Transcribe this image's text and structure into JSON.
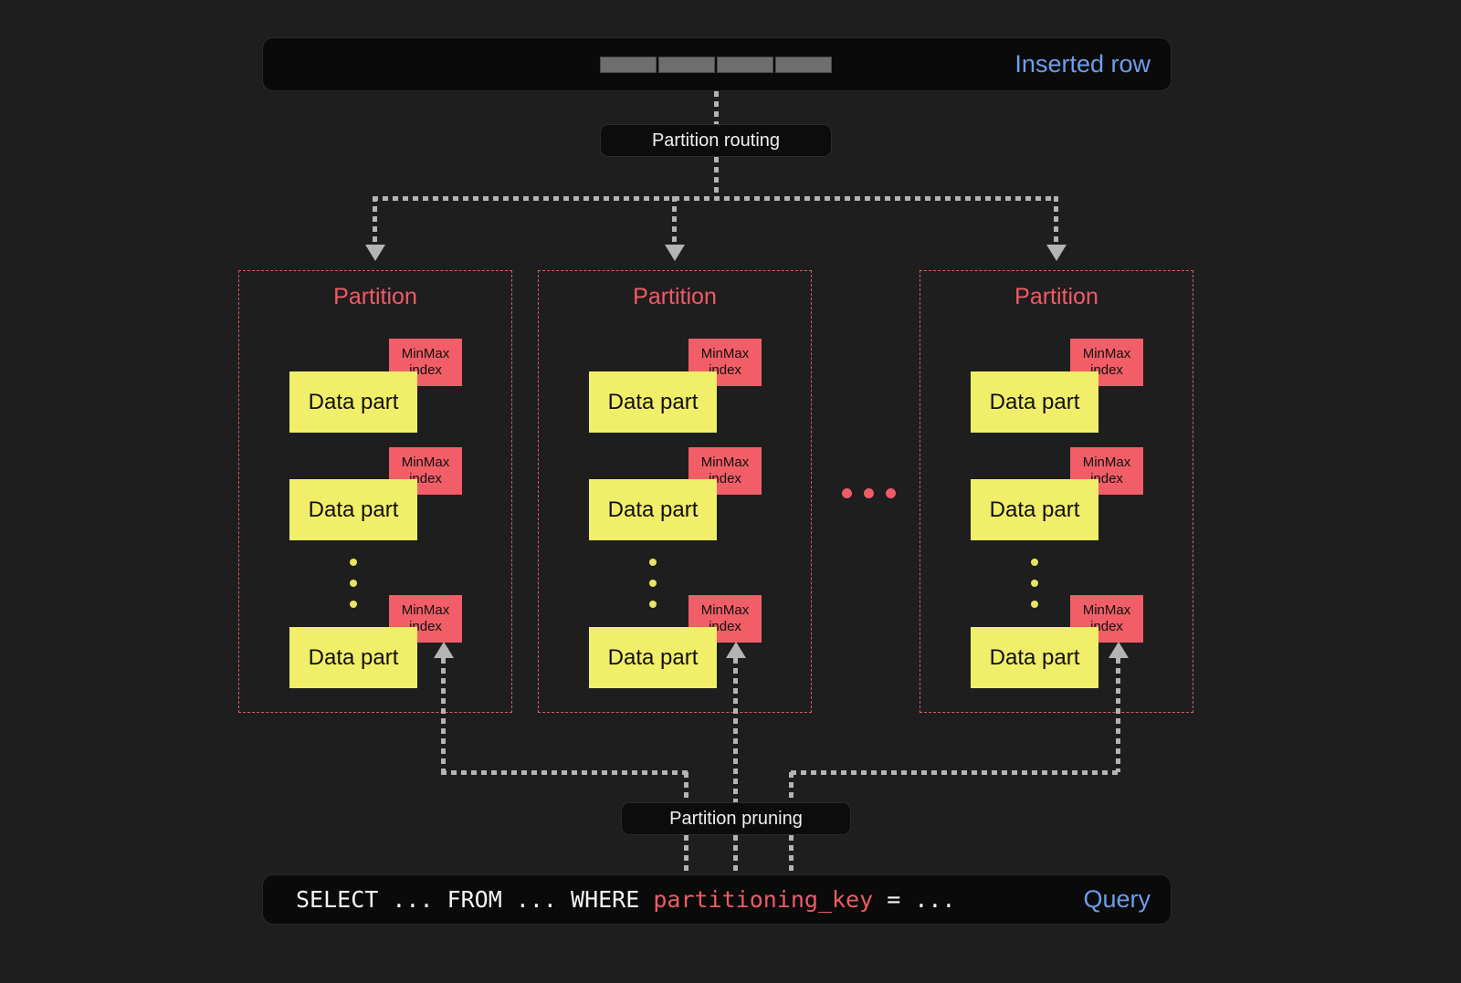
{
  "colors": {
    "background": "#1e1e1e",
    "bar_background": "#0a0a0a",
    "accent_blue": "#6e9eea",
    "accent_red": "#ef5b66",
    "data_part_yellow": "#f1ee6a",
    "minmax_tag_red": "#f25e68",
    "arrow_gray": "#b4b4b4"
  },
  "icons": {
    "more_partitions": "horizontal-ellipsis-dots",
    "more_parts": "vertical-ellipsis-dots",
    "row_segments": "inserted-row-cells"
  },
  "inserted_row": {
    "label": "Inserted row",
    "segment_count": 4
  },
  "routing": {
    "label": "Partition routing"
  },
  "pruning": {
    "label": "Partition pruning"
  },
  "partitions": [
    {
      "title": "Partition",
      "parts": [
        {
          "label": "Data part",
          "index_label": "MinMax index"
        },
        {
          "label": "Data part",
          "index_label": "MinMax index"
        },
        {
          "label": "Data part",
          "index_label": "MinMax index"
        }
      ]
    },
    {
      "title": "Partition",
      "parts": [
        {
          "label": "Data part",
          "index_label": "MinMax index"
        },
        {
          "label": "Data part",
          "index_label": "MinMax index"
        },
        {
          "label": "Data part",
          "index_label": "MinMax index"
        }
      ]
    },
    {
      "title": "Partition",
      "parts": [
        {
          "label": "Data part",
          "index_label": "MinMax index"
        },
        {
          "label": "Data part",
          "index_label": "MinMax index"
        },
        {
          "label": "Data part",
          "index_label": "MinMax index"
        }
      ]
    }
  ],
  "query": {
    "code_pre": "SELECT ... FROM ... WHERE ",
    "code_key": "partitioning_key",
    "code_post": " = ...",
    "label": "Query"
  }
}
